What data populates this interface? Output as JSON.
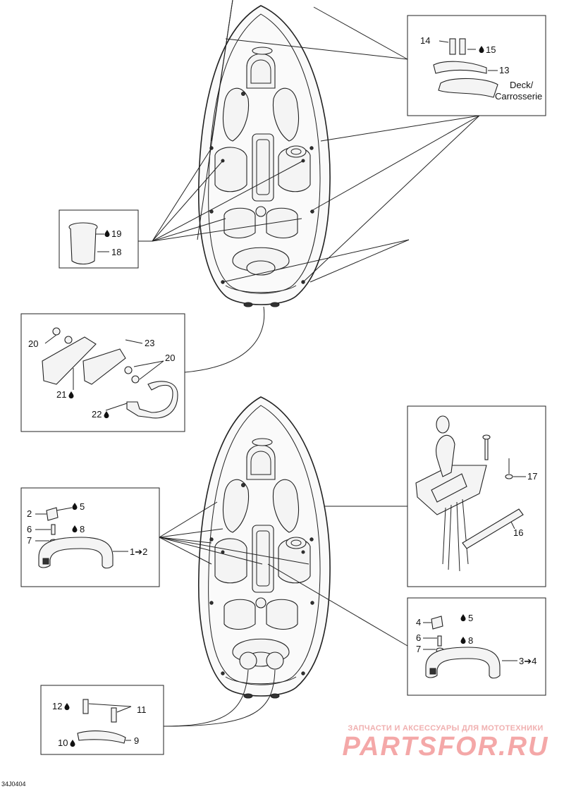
{
  "figure_code": "34J0404",
  "watermark": {
    "tagline": "ЗАПЧАСТИ И АКСЕССУАРЫ ДЛЯ МОТОТЕХНИКИ",
    "brand": "PARTSFOR.RU"
  },
  "callouts": {
    "box_top_right": {
      "n14": "14",
      "n15": "15",
      "n13": "13",
      "deck1": "Deck/",
      "deck2": "Carrosserie"
    },
    "box_cup": {
      "n19": "19",
      "n18": "18"
    },
    "box_plate": {
      "n20a": "20",
      "n23": "23",
      "n20b": "20",
      "n21": "21",
      "n22": "22"
    },
    "box_handle_left": {
      "n2": "2",
      "n5": "5",
      "n6": "6",
      "n8": "8",
      "n7": "7",
      "n1to2": "1➔2"
    },
    "box_throttle": {
      "n17": "17",
      "n16": "16"
    },
    "box_handle_right": {
      "n4": "4",
      "n5": "5",
      "n6": "6",
      "n8": "8",
      "n7": "7",
      "n3to4": "3➔4"
    },
    "box_bottom": {
      "n12": "12",
      "n11": "11",
      "n10": "10",
      "n9": "9"
    }
  }
}
